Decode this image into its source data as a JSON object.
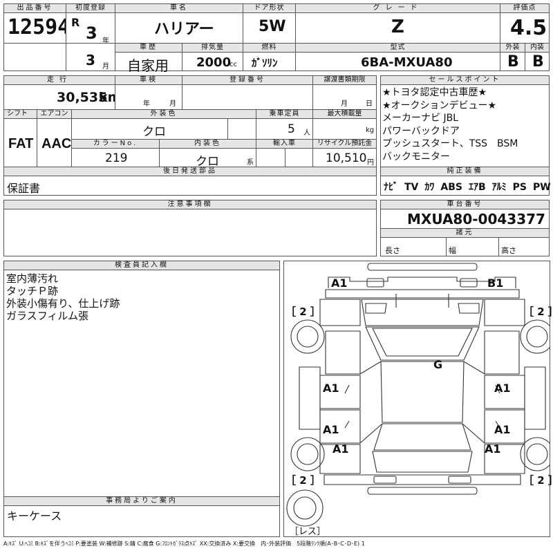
{
  "header": {
    "lot_no_label": "出品番号",
    "lot_no": "12594",
    "first_reg_label": "初度登録",
    "era": "R",
    "year": "3",
    "year_unit": "年",
    "month": "3",
    "month_unit": "月",
    "car_name_label": "車名",
    "car_name": "ハリアー",
    "door_label": "ドア形状",
    "door": "5W",
    "grade_label": "グレード",
    "grade": "Z",
    "score_label": "評価点",
    "score": "4.5",
    "history_label": "車歴",
    "history": "自家用",
    "displacement_label": "排気量",
    "displacement": "2000",
    "displacement_unit": "cc",
    "fuel_label": "燃料",
    "fuel": "ｶﾞｿﾘﾝ",
    "model_label": "型式",
    "model": "6BA-MXUA80",
    "exterior_label": "外装",
    "exterior": "B",
    "interior_label": "内装",
    "interior": "B"
  },
  "middle": {
    "mileage_label": "走行",
    "mileage": "30,535",
    "mileage_unit": "km",
    "inspection_label": "車検",
    "insp_year_unit": "年",
    "insp_month_unit": "月",
    "reg_no_label": "登録番号",
    "transfer_label": "譲渡書類期限",
    "transfer_month_unit": "月",
    "transfer_day_unit": "日",
    "shift_label": "シフト",
    "shift": "FAT",
    "aircon_label": "エアコン",
    "aircon": "AAC",
    "ext_color_label": "外装色",
    "ext_color": "クロ",
    "capacity_label": "乗車定員",
    "capacity": "5",
    "capacity_unit": "人",
    "max_load_label": "最大積載量",
    "max_load_unit": "kg",
    "color_no_label": "カラーNo.",
    "color_no": "219",
    "int_color_label": "内装色",
    "int_color": "クロ",
    "int_color_unit": "系",
    "import_label": "輸入車",
    "recycle_label": "リサイクル預託金",
    "recycle": "10,510",
    "recycle_unit": "円",
    "later_parts_label": "後日発送部品",
    "later_parts": "保証書"
  },
  "sales": {
    "label": "セールスポイント",
    "lines": "★トヨタ認定中古車歴★\n★オークションデビュー★\nメーカーナビ JBL\nパワーバックドア\nプッシュスタート、TSS　BSM\nバックモニター",
    "equip_label": "純正装備",
    "equipment": [
      "ﾅﾋﾞ",
      "TV",
      "ｶﾜ",
      "ABS",
      "ｴｱB",
      "ｱﾙﾐ",
      "PS",
      "PW"
    ]
  },
  "notes": {
    "label": "注意事項欄",
    "text": ""
  },
  "chassis": {
    "label": "車台番号",
    "number": "MXUA80-0043377",
    "specs_label": "諸元",
    "length_label": "長さ",
    "width_label": "幅",
    "height_label": "高さ"
  },
  "inspector": {
    "label": "検査員記入欄",
    "text": "室内薄汚れ\nタッチＰ跡\n外装小傷有り、仕上げ跡\nガラスフィルム張"
  },
  "office": {
    "label": "事務局よりご案内",
    "text": "キーケース"
  },
  "diagram": {
    "marks": [
      "A1",
      "B1",
      "G",
      "A1",
      "A1",
      "A1",
      "A1",
      "A1",
      "A1",
      "A1"
    ],
    "tires": [
      "［ 2 ］",
      "［ 2 ］",
      "［ 2 ］",
      "［ 2 ］"
    ],
    "spare": "［レス］"
  },
  "legend": "A:ｷｽﾞ  U:ﾍｺﾐ  B:ｷｽﾞを伴うﾍｺﾐ  P:要塗装  W:補修跡  S:錆  C:腐食  G:ﾌﾛﾝﾄｶﾞﾗｽ点ｷｽﾞ  XX:交換済み  X:要交換　内･外装評価　5段階ﾗﾝｸ順(A･B･C･D･E) 1"
}
